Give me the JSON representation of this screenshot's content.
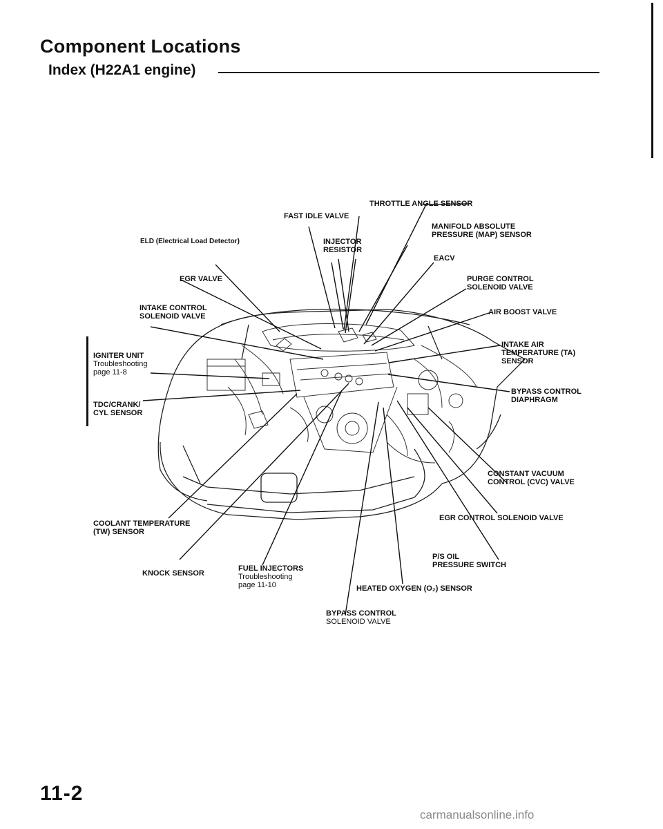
{
  "header": {
    "title": "Component Locations",
    "subtitle": "Index (H22A1 engine)"
  },
  "labels": {
    "throttle_angle_sensor": "THROTTLE ANGLE SENSOR",
    "fast_idle_valve": "FAST IDLE VALVE",
    "map_sensor_line1": "MANIFOLD ABSOLUTE",
    "map_sensor_line2": "PRESSURE (MAP) SENSOR",
    "eld": "ELD (Electrical Load Detector)",
    "injector_resistor_line1": "INJECTOR",
    "injector_resistor_line2": "RESISTOR",
    "eacv": "EACV",
    "egr_valve": "EGR VALVE",
    "purge_control_line1": "PURGE CONTROL",
    "purge_control_line2": "SOLENOID VALVE",
    "intake_control_line1": "INTAKE CONTROL",
    "intake_control_line2": "SOLENOID VALVE",
    "air_boost_valve": "AIR BOOST VALVE",
    "igniter_unit": "IGNITER UNIT",
    "igniter_ref_line1": "Troubleshooting",
    "igniter_ref_line2": "page 11-8",
    "intake_air_temp_line1": "INTAKE AIR",
    "intake_air_temp_line2": "TEMPERATURE (TA)",
    "intake_air_temp_line3": "SENSOR",
    "tdc_sensor_line1": "TDC/CRANK/",
    "tdc_sensor_line2": "CYL SENSOR",
    "bypass_diaphragm_line1": "BYPASS CONTROL",
    "bypass_diaphragm_line2": "DIAPHRAGM",
    "cvc_valve_line1": "CONSTANT VACUUM",
    "cvc_valve_line2": "CONTROL (CVC) VALVE",
    "coolant_temp_line1": "COOLANT TEMPERATURE",
    "coolant_temp_line2": "(TW) SENSOR",
    "egr_control_solenoid": "EGR CONTROL SOLENOID VALVE",
    "ps_oil_line1": "P/S OIL",
    "ps_oil_line2": "PRESSURE SWITCH",
    "fuel_injectors": "FUEL INJECTORS",
    "fuel_injectors_ref_line1": "Troubleshooting",
    "fuel_injectors_ref_line2": "page 11-10",
    "knock_sensor": "KNOCK SENSOR",
    "heated_oxygen_sensor": "HEATED OXYGEN (O₂) SENSOR",
    "bypass_solenoid_line1": "BYPASS CONTROL",
    "bypass_solenoid_line2": "SOLENOID VALVE"
  },
  "footer": {
    "page_number": "11-2",
    "watermark": "carmanualsonline.info"
  }
}
